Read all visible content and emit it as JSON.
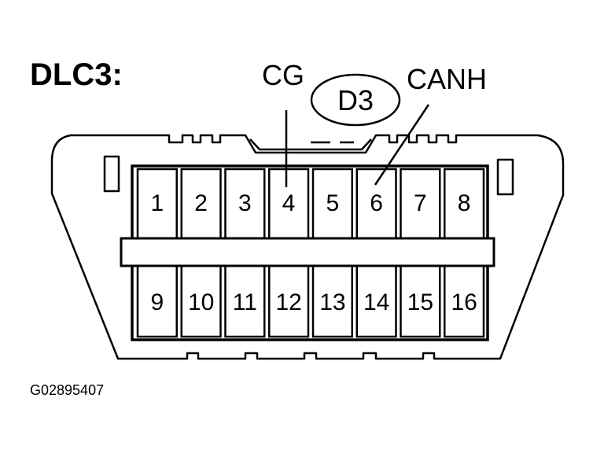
{
  "title": "DLC3:",
  "badge": "D3",
  "callouts": {
    "cg": "CG",
    "canh": "CANH"
  },
  "pins_top": [
    "1",
    "2",
    "3",
    "4",
    "5",
    "6",
    "7",
    "8"
  ],
  "pins_bottom": [
    "9",
    "10",
    "11",
    "12",
    "13",
    "14",
    "15",
    "16"
  ],
  "figure_id": "G02895407"
}
